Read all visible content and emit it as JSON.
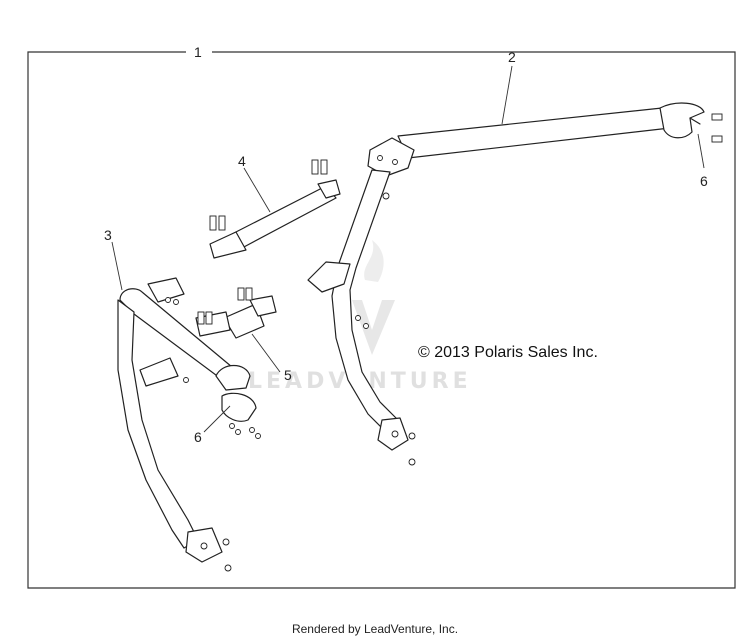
{
  "callouts": {
    "assembly": "1",
    "front_bar": "2",
    "rear_hoop": "3",
    "cross_tube_upper": "4",
    "cross_tube_lower": "5",
    "clamp_right": "6",
    "clamp_left": "6"
  },
  "copyright": "© 2013 Polaris Sales Inc.",
  "watermark": "LEADVENTURE",
  "footer": "Rendered by LeadVenture, Inc."
}
